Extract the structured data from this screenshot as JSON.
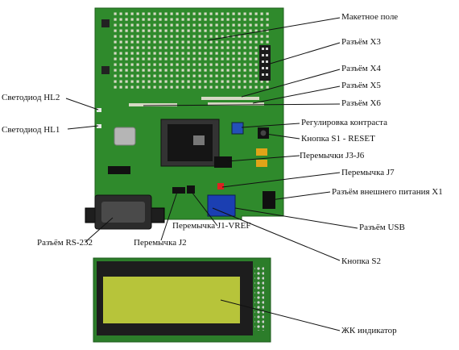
{
  "figure": {
    "labels": {
      "maketnoe_pole": "Макетное поле",
      "razem_x3": "Разъём X3",
      "razem_x4": "Разъём X4",
      "razem_x5": "Разъём X5",
      "svetodiod_hl2": "Светодиод HL2",
      "razem_x6": "Разъём X6",
      "svetodiod_hl1": "Светодиод HL1",
      "regulirovka_kontrasta": "Регулировка контраста",
      "knopka_s1": "Кнопка S1 - RESET",
      "peremychki_j3_j6": "Перемычки J3-J6",
      "peremychka_j7": "Перемычка J7",
      "razem_pitaniya_x1": "Разъём внешнего питания X1",
      "razem_usb": "Разъём USB",
      "peremychka_j1_vref": "Перемычка J1-VREF",
      "razem_rs232": "Разъём RS-232",
      "peremychka_j2": "Перемычка J2",
      "knopka_s2": "Кнопка S2",
      "zhk_indikator": "ЖК индикатор"
    },
    "colors": {
      "pcb": "#2f8a2c",
      "pcb_dark": "#1f6a1e",
      "pad": "#d6d9c4",
      "lcd_glass": "#b7c43a",
      "lcd_frame": "#1d1d1d",
      "lcd_pcb": "#2c7d2a",
      "leader": "#111111"
    }
  }
}
